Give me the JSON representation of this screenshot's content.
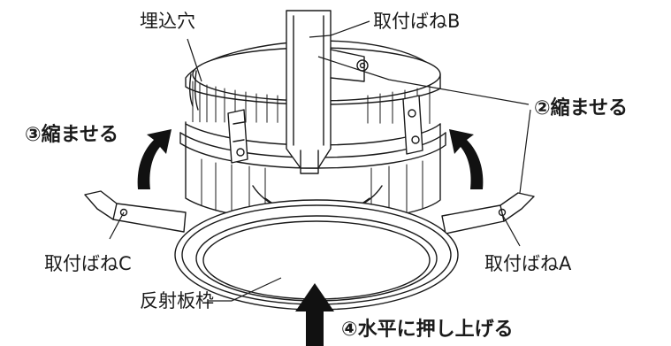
{
  "labels": {
    "hole": "埋込穴",
    "spring_b": "取付ばねB",
    "step_2": "②縮ませる",
    "step_3": "③縮ませる",
    "spring_c": "取付ばねC",
    "spring_a": "取付ばねA",
    "reflector_frame": "反射板枠",
    "step_4": "④水平に押し上げる"
  },
  "colors": {
    "line": "#1a1a1a",
    "arrow": "#111111",
    "background": "#ffffff"
  }
}
